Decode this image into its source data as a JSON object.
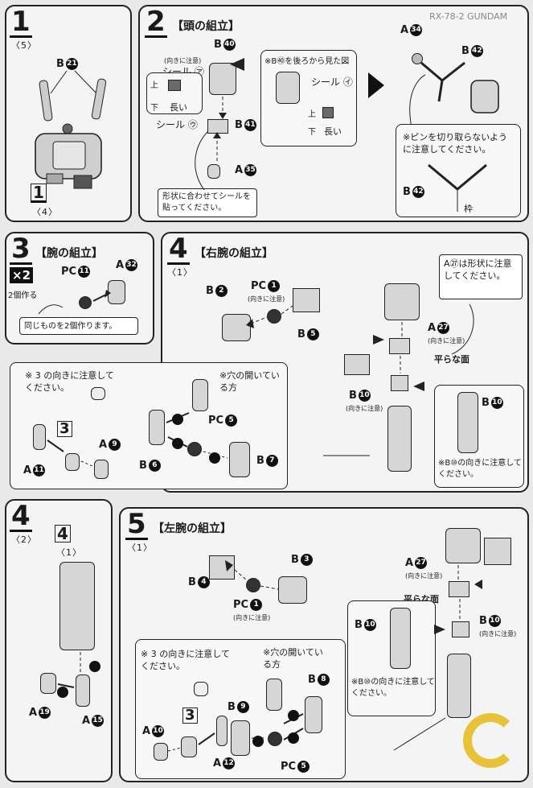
{
  "step1": {
    "num": "1",
    "count": "〈5〉",
    "part_b": "B",
    "part_b_num": "21",
    "ref_num": "1",
    "ref_count": "〈4〉"
  },
  "step2": {
    "num": "2",
    "title": "【頭の組立】",
    "b40": "B",
    "b40_n": "40",
    "b40_note": "(向きに注意)",
    "seal_a": "シール ㋐",
    "up": "上",
    "down": "下",
    "long": "長い",
    "back_view": "※B㊵を後ろから見た図",
    "seal_i": "シール ㋑",
    "seal_u": "シール ㋒",
    "b41": "B",
    "b41_n": "41",
    "a35": "A",
    "a35_n": "35",
    "shape_note": "形状に合わせてシールを貼ってください。",
    "a34": "A",
    "a34_n": "34",
    "b42": "B",
    "b42_n": "42",
    "pin_note": "※ピンを切り取らないように注意してください。",
    "b42b": "B",
    "b42b_n": "42",
    "frame": "枠"
  },
  "step3": {
    "num": "3",
    "title": "【腕の組立】",
    "x2": "×2",
    "make2": "2個作る",
    "pc11": "PC",
    "pc11_n": "11",
    "a32": "A",
    "a32_n": "32",
    "same_note": "同じものを2個作ります。"
  },
  "step4a": {
    "num": "4",
    "count": "〈1〉",
    "title": "【右腕の組立】",
    "b2": "B",
    "b2_n": "2",
    "pc1": "PC",
    "pc1_n": "1",
    "pc1_note": "(向きに注意)",
    "b5": "B",
    "b5_n": "5",
    "a27_note": "A㉗は形状に注意してください。",
    "a27": "A",
    "a27_n": "27",
    "a27_sub": "(向きに注意)",
    "flat": "平らな面",
    "b10": "B",
    "b10_n": "10",
    "b10_sub": "(向きに注意)",
    "b10r": "B",
    "b10r_n": "10",
    "b10_note": "※B⑩の向きに注意してください。",
    "dir_note": "※ 3 の向きに注意してください。",
    "ref3": "3",
    "a9": "A",
    "a9_n": "9",
    "a11": "A",
    "a11_n": "11",
    "hole_note": "※穴の開いている方",
    "pc5": "PC",
    "pc5_n": "5",
    "b6": "B",
    "b6_n": "6",
    "b7": "B",
    "b7_n": "7"
  },
  "step4b": {
    "num": "4",
    "count": "〈2〉",
    "ref4": "4",
    "ref4_count": "〈1〉",
    "a19": "A",
    "a19_n": "19",
    "a15": "A",
    "a15_n": "15"
  },
  "step5": {
    "num": "5",
    "count": "〈1〉",
    "title": "【左腕の組立】",
    "b4": "B",
    "b4_n": "4",
    "b3": "B",
    "b3_n": "3",
    "pc1": "PC",
    "pc1_n": "1",
    "pc1_note": "(向きに注意)",
    "a27": "A",
    "a27_n": "27",
    "a27_sub": "(向きに注意)",
    "flat": "平らな面",
    "b10l": "B",
    "b10l_n": "10",
    "b10": "B",
    "b10_n": "10",
    "b10_sub": "(向きに注意)",
    "b10_note": "※B⑩の向きに注意してください。",
    "dir_note": "※ 3 の向きに注意してください。",
    "hole_note": "※穴の開いている方",
    "b8": "B",
    "b8_n": "8",
    "b9": "B",
    "b9_n": "9",
    "ref3": "3",
    "a10": "A",
    "a10_n": "10",
    "a12": "A",
    "a12_n": "12",
    "pc5": "PC",
    "pc5_n": "5"
  },
  "header_model": "RX-78-2 GUNDAM"
}
